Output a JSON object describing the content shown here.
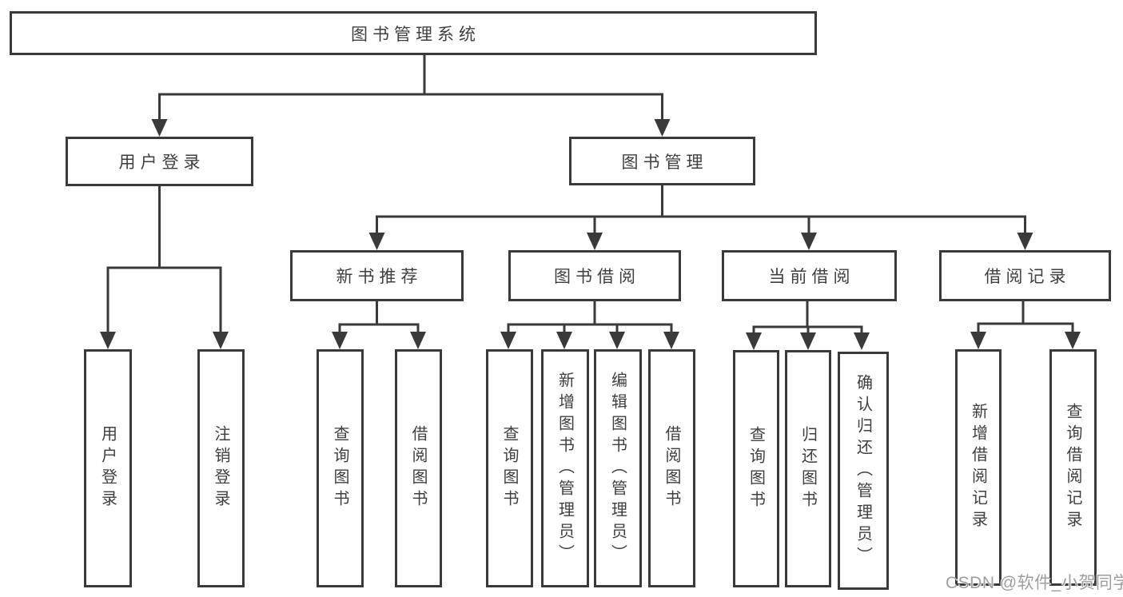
{
  "tree": {
    "label": "图书管理系统",
    "children": [
      {
        "label": "用户登录",
        "children": [
          {
            "label": "用户登录"
          },
          {
            "label": "注销登录"
          }
        ]
      },
      {
        "label": "图书管理",
        "children": [
          {
            "label": "新书推荐",
            "children": [
              {
                "label": "查询图书"
              },
              {
                "label": "借阅图书"
              }
            ]
          },
          {
            "label": "图书借阅",
            "children": [
              {
                "label": "查询图书"
              },
              {
                "label": "新增图书（管理员）"
              },
              {
                "label": "编辑图书（管理员）"
              },
              {
                "label": "借阅图书"
              }
            ]
          },
          {
            "label": "当前借阅",
            "children": [
              {
                "label": "查询图书"
              },
              {
                "label": "归还图书"
              },
              {
                "label": "确认归还（管理员）"
              }
            ]
          },
          {
            "label": "借阅记录",
            "children": [
              {
                "label": "新增借阅记录"
              },
              {
                "label": "查询借阅记录"
              }
            ]
          }
        ]
      }
    ]
  },
  "watermark": "CSDN @软件_小贺同学",
  "colors": {
    "line": "#3a3a3a",
    "text": "#3f3f3f",
    "watermark": "#9e9e9e",
    "background": "#ffffff"
  }
}
